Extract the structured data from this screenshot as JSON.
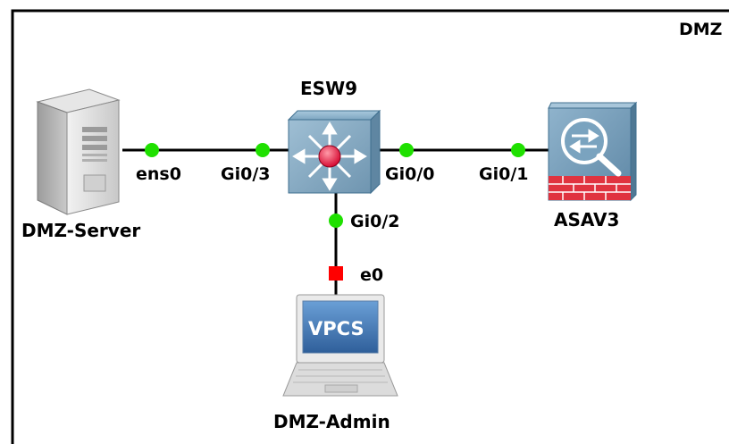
{
  "zone_label": "DMZ",
  "nodes": {
    "server": {
      "label": "DMZ-Server",
      "icon": "server-tower-icon"
    },
    "switch": {
      "label": "ESW9",
      "icon": "multilayer-switch-icon"
    },
    "firewall": {
      "label": "ASAV3",
      "icon": "asa-firewall-icon"
    },
    "vpcs": {
      "label": "DMZ-Admin",
      "icon": "vpcs-laptop-icon",
      "screen_text": "VPCS"
    }
  },
  "interfaces": {
    "server_ens0": "ens0",
    "switch_gi03": "Gi0/3",
    "switch_gi00": "Gi0/0",
    "switch_gi02": "Gi0/2",
    "asa_gi01": "Gi0/1",
    "vpcs_e0": "e0"
  },
  "link_status_colors": {
    "up": "#1fe000",
    "down": "#ff0000"
  },
  "links": [
    {
      "from": "DMZ-Server",
      "from_if": "ens0",
      "to": "ESW9",
      "to_if": "Gi0/3",
      "status": "up"
    },
    {
      "from": "ESW9",
      "from_if": "Gi0/0",
      "to": "ASAV3",
      "to_if": "Gi0/1",
      "status": "up"
    },
    {
      "from": "ESW9",
      "from_if": "Gi0/2",
      "to": "DMZ-Admin",
      "to_if": "e0",
      "status": "up/down"
    }
  ]
}
